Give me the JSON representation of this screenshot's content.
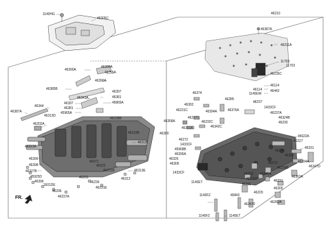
{
  "diagram": {
    "top_assembly": {
      "clip": "1140HG",
      "plate": "46305C"
    },
    "box_label": "46210",
    "left_labels": {
      "p46390A_a": "46390A",
      "p46390A_b": "46390A",
      "p46755A": "46755A",
      "p46390A_c": "46390A",
      "p46385B": "46385B",
      "p46397_a": "46397",
      "p46343A": "46343A",
      "p46381_a": "46381",
      "p46397_b": "46397",
      "p45865A_a": "45865A",
      "p46381_b": "46381",
      "p45965A": "45965A",
      "p46387A_l": "46387A",
      "p46344": "46344",
      "p46313D": "46313D",
      "p46228B": "46228B",
      "p46202A": "46202A",
      "p46210B": "46210B",
      "p46313A": "46313A",
      "p46313_a": "46313",
      "p46399": "46399",
      "p46371": "46371",
      "p46398": "46398",
      "p46222": "46222",
      "p46327B": "46327B",
      "p46231B": "46231B",
      "p46313E": "46313E",
      "p45925D": "45925D",
      "p46255": "46255",
      "p46313_b": "46313",
      "p46396": "46396",
      "p1601DE": "1601DE",
      "p46236": "46236",
      "p46296": "46296",
      "p46231E": "46231E",
      "p46237A": "46237A"
    },
    "right_labels": {
      "p46387A_r": "46387A",
      "p46211A": "46211A",
      "p11703_a": "11703",
      "p11703_b": "11703",
      "p46235C": "46235C",
      "p46114": "46114",
      "p46442": "46442",
      "p1140EW": "1140EW",
      "p46374": "46374",
      "p46285": "46285",
      "p46237": "46237",
      "p46302": "46302",
      "p1433CF_a": "1433CF",
      "p46231C": "46231C",
      "p46394A": "46394A",
      "p46376A": "46376A",
      "p46237A": "46237A",
      "p46324B": "46324B",
      "p46237C": "46237C",
      "p46232C": "46232C",
      "p46358A": "46358A",
      "p46230": "46230",
      "p46393A": "46393A",
      "p46342C": "46342C",
      "p46280": "46280",
      "p45622A": "45622A",
      "p46272": "46272",
      "p46227": "46227",
      "p1433CF_b": "1433CF",
      "p46331": "46331",
      "p45968B": "45968B",
      "p46226": "46226",
      "p46395A": "46395A",
      "p46392": "46392",
      "p46326": "46326",
      "p46394A_b": "46394A",
      "p46306": "46306",
      "p46247D": "46247D",
      "p46379": "46379",
      "p46236B": "46236B",
      "p1433CF_c": "1433CF",
      "p46303": "46303",
      "p46245A": "46245A",
      "p46363A": "46363A",
      "p46231D": "46231D",
      "p1140ET_a": "1140ET",
      "p46231": "46231",
      "p46311": "46311",
      "p46305": "46305",
      "p1140FZ_a": "1140FZ",
      "p45843": "45843",
      "p46229": "46229",
      "p46247F": "46247F",
      "p46260A": "46260A",
      "p1140FZ_b": "1140FZ",
      "p1140ET_b": "1140ET"
    },
    "direction_label": "FR."
  }
}
